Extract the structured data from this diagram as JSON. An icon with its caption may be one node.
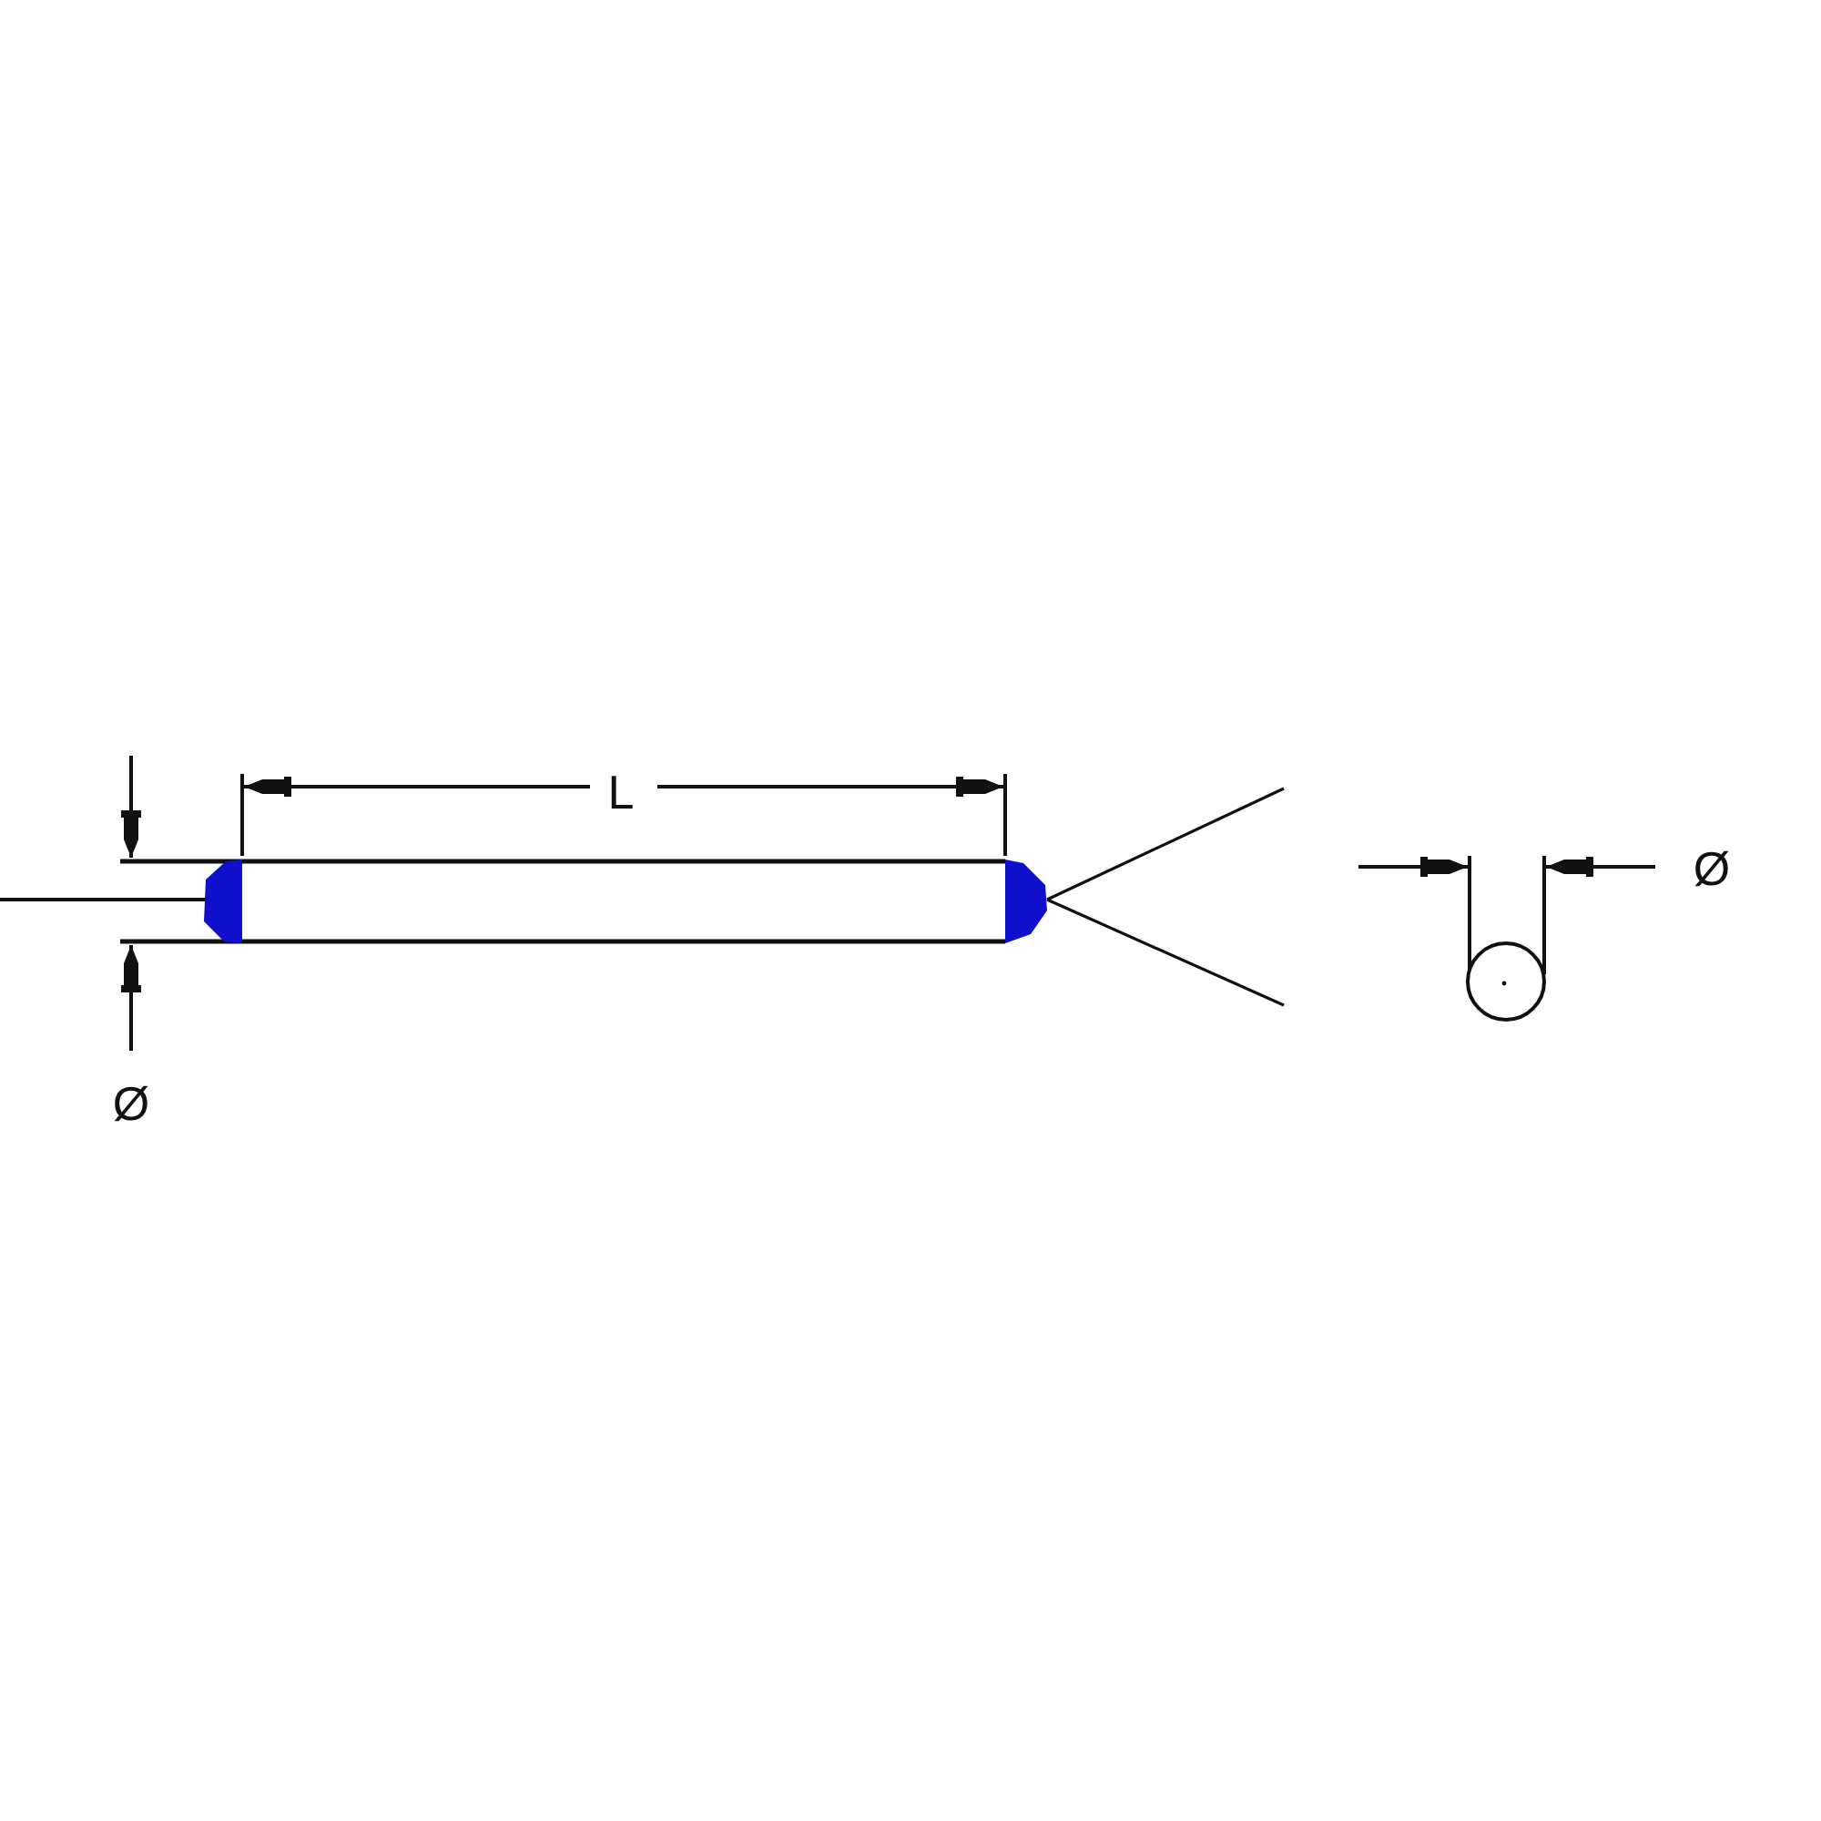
{
  "diagram": {
    "labels": [
      "L",
      "Ø",
      "Ø"
    ]
  }
}
